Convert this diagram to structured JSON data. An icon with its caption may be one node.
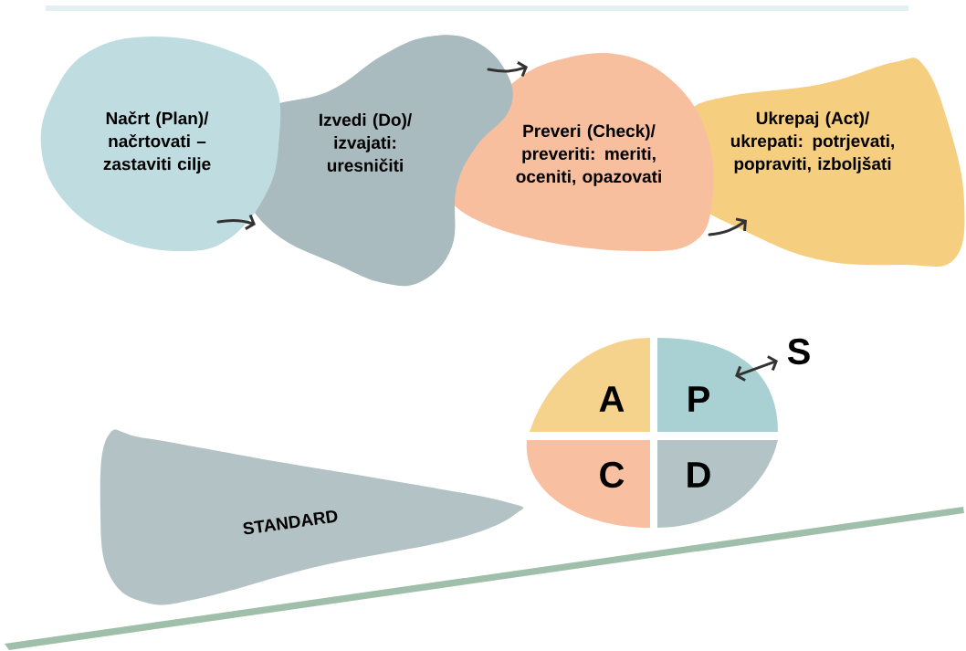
{
  "diagram": {
    "nodes": [
      {
        "text": [
          "Načrt (Plan)/ načrtovati – zastaviti cilje"
        ]
      },
      {
        "text": [
          "Izvedi (Do)/ izvajati: uresničiti"
        ]
      },
      {
        "text": [
          "Preveri (Check)/ preveriti: meriti, oceniti, opazovati"
        ]
      },
      {
        "text": [
          "Ukrepaj (Act)/ ukrepati: potrjevati, popraviti, izboljšati"
        ]
      },
      {
        "text": [
          "A"
        ]
      },
      {
        "text": [
          "P"
        ]
      },
      {
        "text": [
          "C"
        ]
      },
      {
        "text": [
          "D"
        ]
      },
      {
        "text": [
          "S"
        ]
      },
      {
        "text": [
          "STANDARD"
        ]
      }
    ],
    "edges": [
      {
        "from": 0,
        "to": 1,
        "arrow": "to"
      },
      {
        "from": 1,
        "to": 2,
        "arrow": "to"
      },
      {
        "from": 2,
        "to": 3,
        "arrow": "to"
      },
      {
        "from": 5,
        "to": 8,
        "arrow": "both"
      }
    ]
  }
}
